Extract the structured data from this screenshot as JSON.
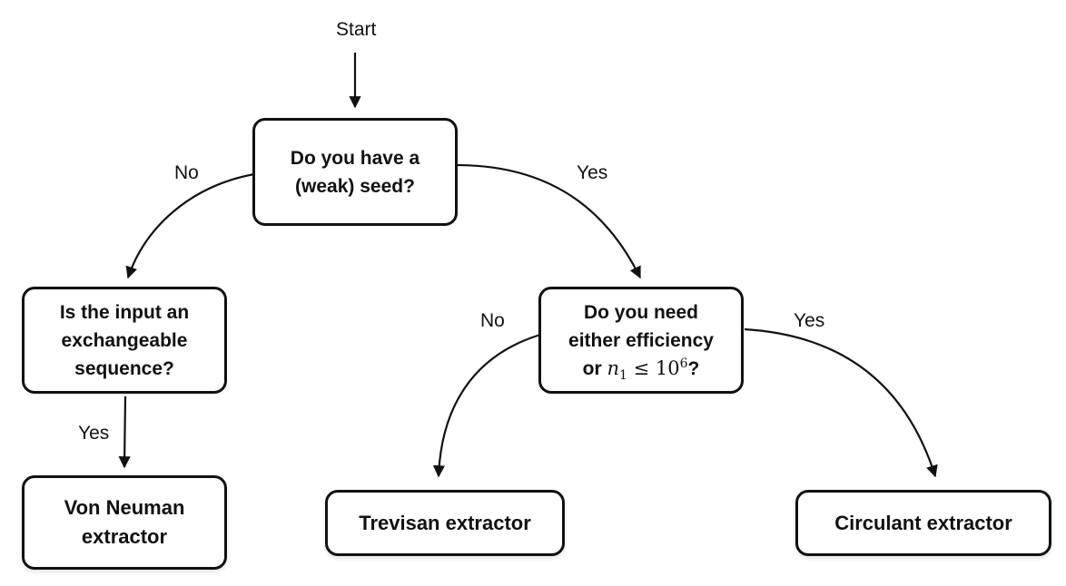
{
  "start_label": "Start",
  "nodes": {
    "seed_question": {
      "line1": "Do you have a",
      "line2": "(weak) seed?"
    },
    "exchangeable_question": {
      "line1": "Is the input an",
      "line2": "exchangeable",
      "line3": "sequence?"
    },
    "efficiency_question": {
      "line1": "Do you need",
      "line2": "either efficiency",
      "line3_prefix": "or ",
      "math_var": "n",
      "math_sub": "1",
      "math_op": " ≤ 10",
      "math_sup": "6",
      "line3_suffix": "?"
    },
    "von_neuman": {
      "line1": "Von Neuman",
      "line2": "extractor"
    },
    "trevisan": {
      "label": "Trevisan extractor"
    },
    "circulant": {
      "label": "Circulant extractor"
    }
  },
  "edges": {
    "seed_no": "No",
    "seed_yes": "Yes",
    "exchangeable_yes": "Yes",
    "efficiency_no": "No",
    "efficiency_yes": "Yes"
  }
}
